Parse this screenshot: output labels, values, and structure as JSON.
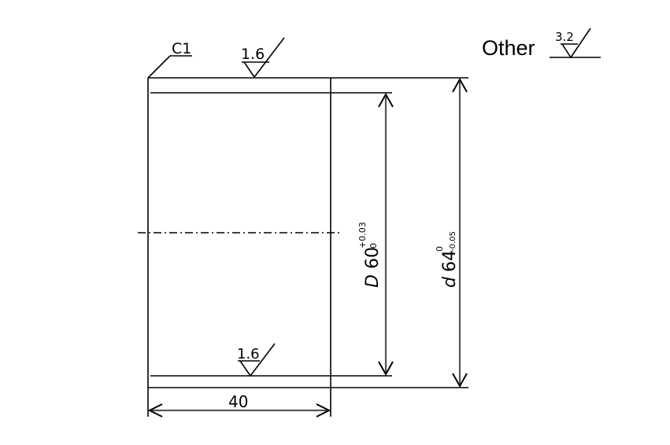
{
  "drawing": {
    "chamfer_label": "C1",
    "top_roughness": "1.6",
    "bottom_roughness": "1.6",
    "other_label": "Other",
    "other_roughness": "3.2",
    "length_dim": "40",
    "inner_dim": {
      "symbol": "D",
      "nominal": "60",
      "upper_tol": "+0.03",
      "lower_tol": "0"
    },
    "outer_dim": {
      "symbol": "d",
      "nominal": "64",
      "upper_tol": "0",
      "lower_tol": "-0.05"
    }
  }
}
